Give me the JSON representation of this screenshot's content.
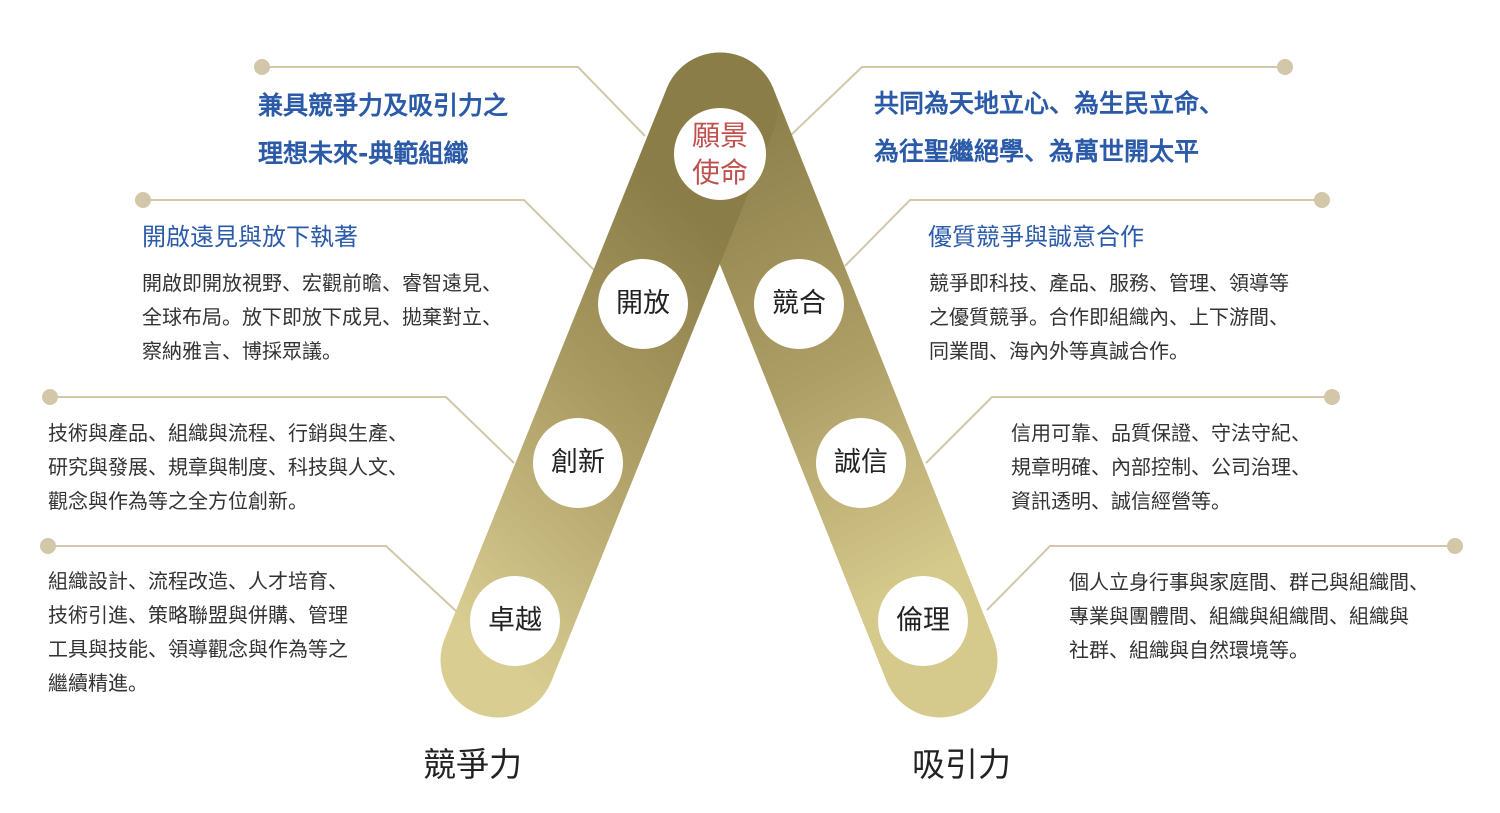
{
  "vision": {
    "lines": [
      "願景",
      "使命"
    ]
  },
  "nodes": {
    "kaifang": "開放",
    "jinghe": "競合",
    "chuangxin": "創新",
    "chengxin": "誠信",
    "zhuoyue": "卓越",
    "lunli": "倫理"
  },
  "headings": {
    "left_top": [
      "兼具競爭力及吸引力之",
      "理想未來-典範組織"
    ],
    "right_top": [
      "共同為天地立心、為生民立命、",
      "為往聖繼絕學、為萬世開太平"
    ],
    "kaifang_title": "開啟遠見與放下執著",
    "jinghe_title": "優質競爭與誠意合作"
  },
  "descriptions": {
    "kaifang": [
      "開啟即開放視野、宏觀前瞻、睿智遠見、",
      "全球布局。放下即放下成見、拋棄對立、",
      "察納雅言、博採眾議。"
    ],
    "jinghe": [
      "競爭即科技、產品、服務、管理、領導等",
      "之優質競爭。合作即組織內、上下游間、",
      "同業間、海內外等真誠合作。"
    ],
    "chuangxin": [
      "技術與產品、組織與流程、行銷與生產、",
      "研究與發展、規章與制度、科技與人文、",
      "觀念與作為等之全方位創新。"
    ],
    "chengxin": [
      "信用可靠、品質保證、守法守紀、",
      "規章明確、內部控制、公司治理、",
      "資訊透明、誠信經營等。"
    ],
    "zhuoyue": [
      "組織設計、流程改造、人才培育、",
      "技術引進、策略聯盟與併購、管理",
      "工具與技能、領導觀念與作為等之",
      "繼續精進。"
    ],
    "lunli": [
      "個人立身行事與家庭間、群己與組織間、",
      "專業與團體間、組織與組織間、組織與",
      "社群、組織與自然環境等。"
    ]
  },
  "axis": {
    "left": "競爭力",
    "right": "吸引力"
  },
  "colors": {
    "blue": "#2a5aa8",
    "red": "#c0504d",
    "gold_dark": "#8b7d48",
    "gold_light": "#d6c98c",
    "line": "#d2c7a8"
  }
}
